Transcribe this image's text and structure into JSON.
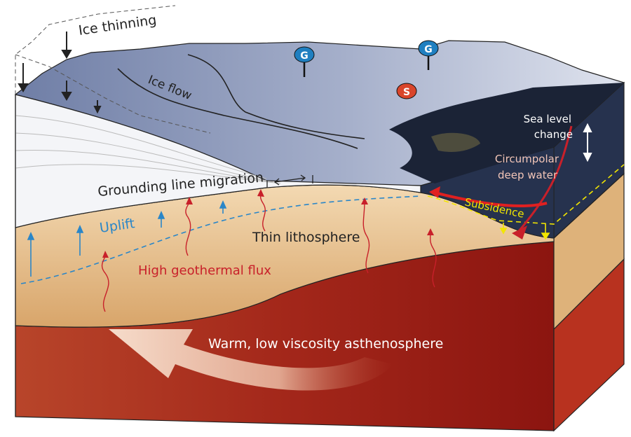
{
  "labels": {
    "ice_thinning": "Ice thinning",
    "ice_flow": "Ice flow",
    "grounding_line": "Grounding line migration",
    "sea_level": [
      "Sea level",
      "change"
    ],
    "cdw": [
      "Circumpolar",
      "deep water"
    ],
    "subsidence": "Subsidence",
    "uplift": "Uplift",
    "thin_litho": "Thin lithosphere",
    "geothermal": "High geothermal flux",
    "asthenosphere": "Warm, low viscosity asthenosphere"
  },
  "markers": [
    {
      "letter": "G",
      "color": "#1f7fc0"
    },
    {
      "letter": "G",
      "color": "#1f7fc0"
    },
    {
      "letter": "S",
      "color": "#d9452b"
    }
  ],
  "colors": {
    "uplift": "#2a86c8",
    "geothermal": "#c8202a",
    "subsidence": "#f2e600",
    "ocean": "#1d2a44",
    "crust": "#e7bf8a",
    "mantle": "#a52a1a"
  }
}
